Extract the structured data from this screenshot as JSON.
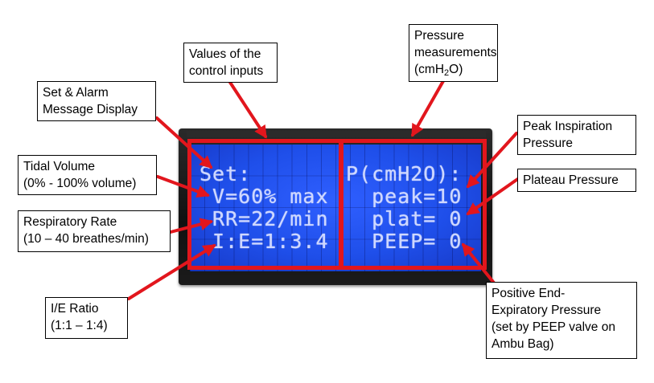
{
  "lcd": {
    "left": [
      "Set:",
      " V=60% max",
      " RR=22/min",
      " I:E=1:3.4"
    ],
    "right": [
      "P(cmH2O):",
      "  peak=10",
      "  plat= 0",
      "  PEEP= 0"
    ]
  },
  "labels": {
    "values_inputs": [
      "Values of the",
      "control inputs"
    ],
    "pressure_prefix": "Pressure",
    "pressure_line2": "measurements",
    "pressure_unit_open": "(cmH",
    "pressure_unit_sub": "2",
    "pressure_unit_close": "O)",
    "set_alarm": [
      "Set & Alarm",
      "Message Display"
    ],
    "tidal_volume": [
      "Tidal Volume",
      "(0% - 100% volume)"
    ],
    "respiratory_rate": [
      "Respiratory Rate",
      "(10 – 40 breathes/min)"
    ],
    "ie_ratio": [
      "I/E Ratio",
      "(1:1 – 1:4)"
    ],
    "peak_inspiration": [
      "Peak Inspiration",
      "Pressure"
    ],
    "plateau": [
      "Plateau Pressure"
    ],
    "peep": [
      "Positive End-",
      "Expiratory Pressure",
      "(set by PEEP valve on",
      "Ambu Bag)"
    ]
  },
  "colors": {
    "annotation_red": "#e2161d",
    "lcd_blue": "#1f4fea",
    "lcd_text": "#cfd8ff"
  }
}
